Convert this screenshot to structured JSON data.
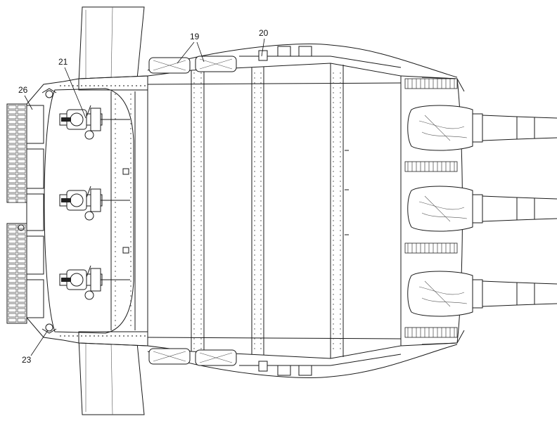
{
  "callouts": [
    {
      "id": "c19",
      "label": "19"
    },
    {
      "id": "c20",
      "label": "20"
    },
    {
      "id": "c21",
      "label": "21"
    },
    {
      "id": "c23",
      "label": "23"
    },
    {
      "id": "c26",
      "label": "26"
    }
  ]
}
